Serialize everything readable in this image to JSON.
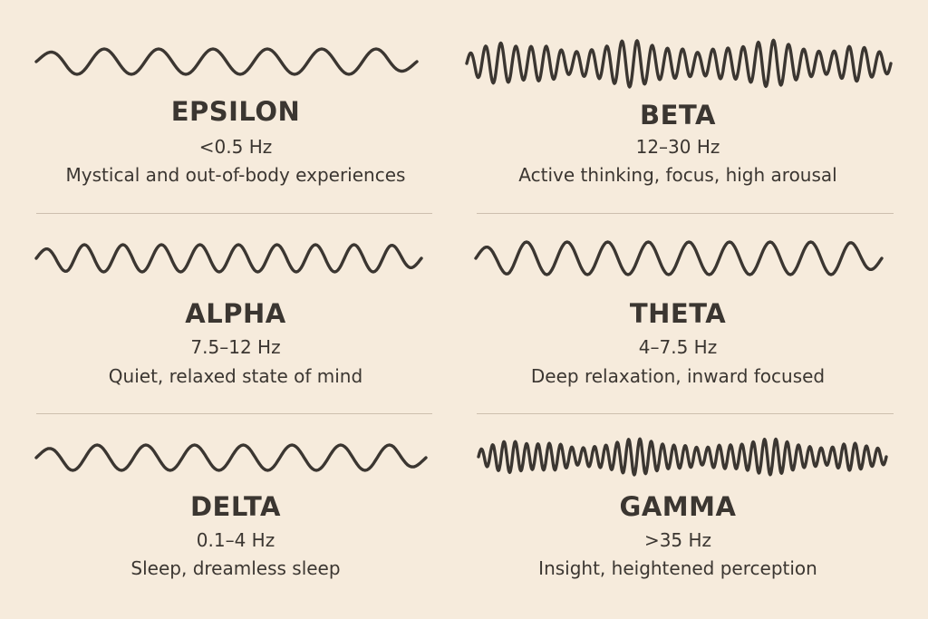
{
  "palette": {
    "background": "#f6ebdc",
    "ink": "#3b3631",
    "divider": "#cdbfae"
  },
  "waves": [
    {
      "id": "epsilon",
      "name": "EPSILON",
      "frequency": "<0.5 Hz",
      "description": "Mystical and out-of-body experiences",
      "cycles": 7,
      "irregular": false
    },
    {
      "id": "beta",
      "name": "BETA",
      "frequency": "12–30 Hz",
      "description": "Active thinking, focus, high arousal",
      "cycles": 28,
      "irregular": true
    },
    {
      "id": "alpha",
      "name": "ALPHA",
      "frequency": "7.5–12 Hz",
      "description": "Quiet, relaxed state of mind",
      "cycles": 10,
      "irregular": false
    },
    {
      "id": "theta",
      "name": "THETA",
      "frequency": "4–7.5 Hz",
      "description": "Deep relaxation, inward focused",
      "cycles": 10,
      "irregular": false
    },
    {
      "id": "delta",
      "name": "DELTA",
      "frequency": "0.1–4 Hz",
      "description": "Sleep, dreamless sleep",
      "cycles": 8,
      "irregular": false
    },
    {
      "id": "gamma",
      "name": "GAMMA",
      "frequency": ">35 Hz",
      "description": "Insight, heightened perception",
      "cycles": 36,
      "irregular": true
    }
  ]
}
